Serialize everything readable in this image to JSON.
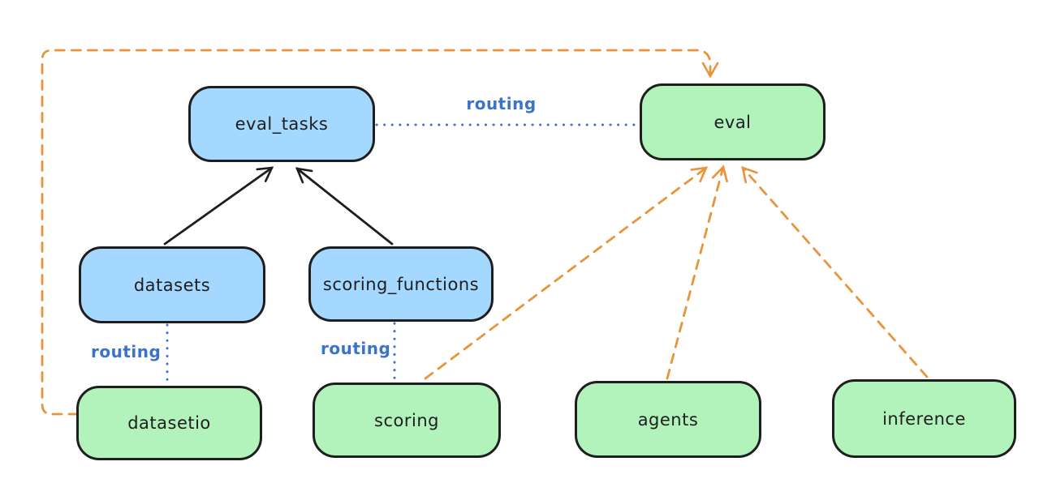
{
  "diagram": {
    "nodes": [
      {
        "id": "eval_tasks",
        "label": "eval_tasks",
        "kind": "api",
        "fill_key": "api_fill"
      },
      {
        "id": "eval",
        "label": "eval",
        "kind": "provider",
        "fill_key": "provider_fill"
      },
      {
        "id": "datasets",
        "label": "datasets",
        "kind": "api",
        "fill_key": "api_fill"
      },
      {
        "id": "scoring_functions",
        "label": "scoring_functions",
        "kind": "api",
        "fill_key": "api_fill"
      },
      {
        "id": "datasetio",
        "label": "datasetio",
        "kind": "provider",
        "fill_key": "provider_fill"
      },
      {
        "id": "scoring",
        "label": "scoring",
        "kind": "provider",
        "fill_key": "provider_fill"
      },
      {
        "id": "agents",
        "label": "agents",
        "kind": "provider",
        "fill_key": "provider_fill"
      },
      {
        "id": "inference",
        "label": "inference",
        "kind": "provider",
        "fill_key": "provider_fill"
      }
    ],
    "edges": [
      {
        "from": "datasets",
        "to": "eval_tasks",
        "style": "solid-arrow",
        "color": "#1e1e1e",
        "label": ""
      },
      {
        "from": "scoring_functions",
        "to": "eval_tasks",
        "style": "solid-arrow",
        "color": "#1e1e1e",
        "label": ""
      },
      {
        "from": "eval_tasks",
        "to": "eval",
        "style": "dotted",
        "color": "#3a74c9",
        "label": "routing"
      },
      {
        "from": "datasets",
        "to": "datasetio",
        "style": "dotted",
        "color": "#3a74c9",
        "label": "routing"
      },
      {
        "from": "scoring_functions",
        "to": "scoring",
        "style": "dotted",
        "color": "#3a74c9",
        "label": "routing"
      },
      {
        "from": "datasetio",
        "to": "eval",
        "style": "dashed-arrow",
        "color": "#e9933a",
        "label": ""
      },
      {
        "from": "scoring",
        "to": "eval",
        "style": "dashed-arrow",
        "color": "#e9933a",
        "label": ""
      },
      {
        "from": "agents",
        "to": "eval",
        "style": "dashed-arrow",
        "color": "#e9933a",
        "label": ""
      },
      {
        "from": "inference",
        "to": "eval",
        "style": "dashed-arrow",
        "color": "#e9933a",
        "label": ""
      }
    ],
    "colors": {
      "api_fill": "#a5d8ff",
      "provider_fill": "#b2f2bb",
      "outline": "#1e1e1e",
      "routing_blue": "#3a74c9",
      "orange": "#e9933a",
      "background": "#ffffff"
    }
  }
}
